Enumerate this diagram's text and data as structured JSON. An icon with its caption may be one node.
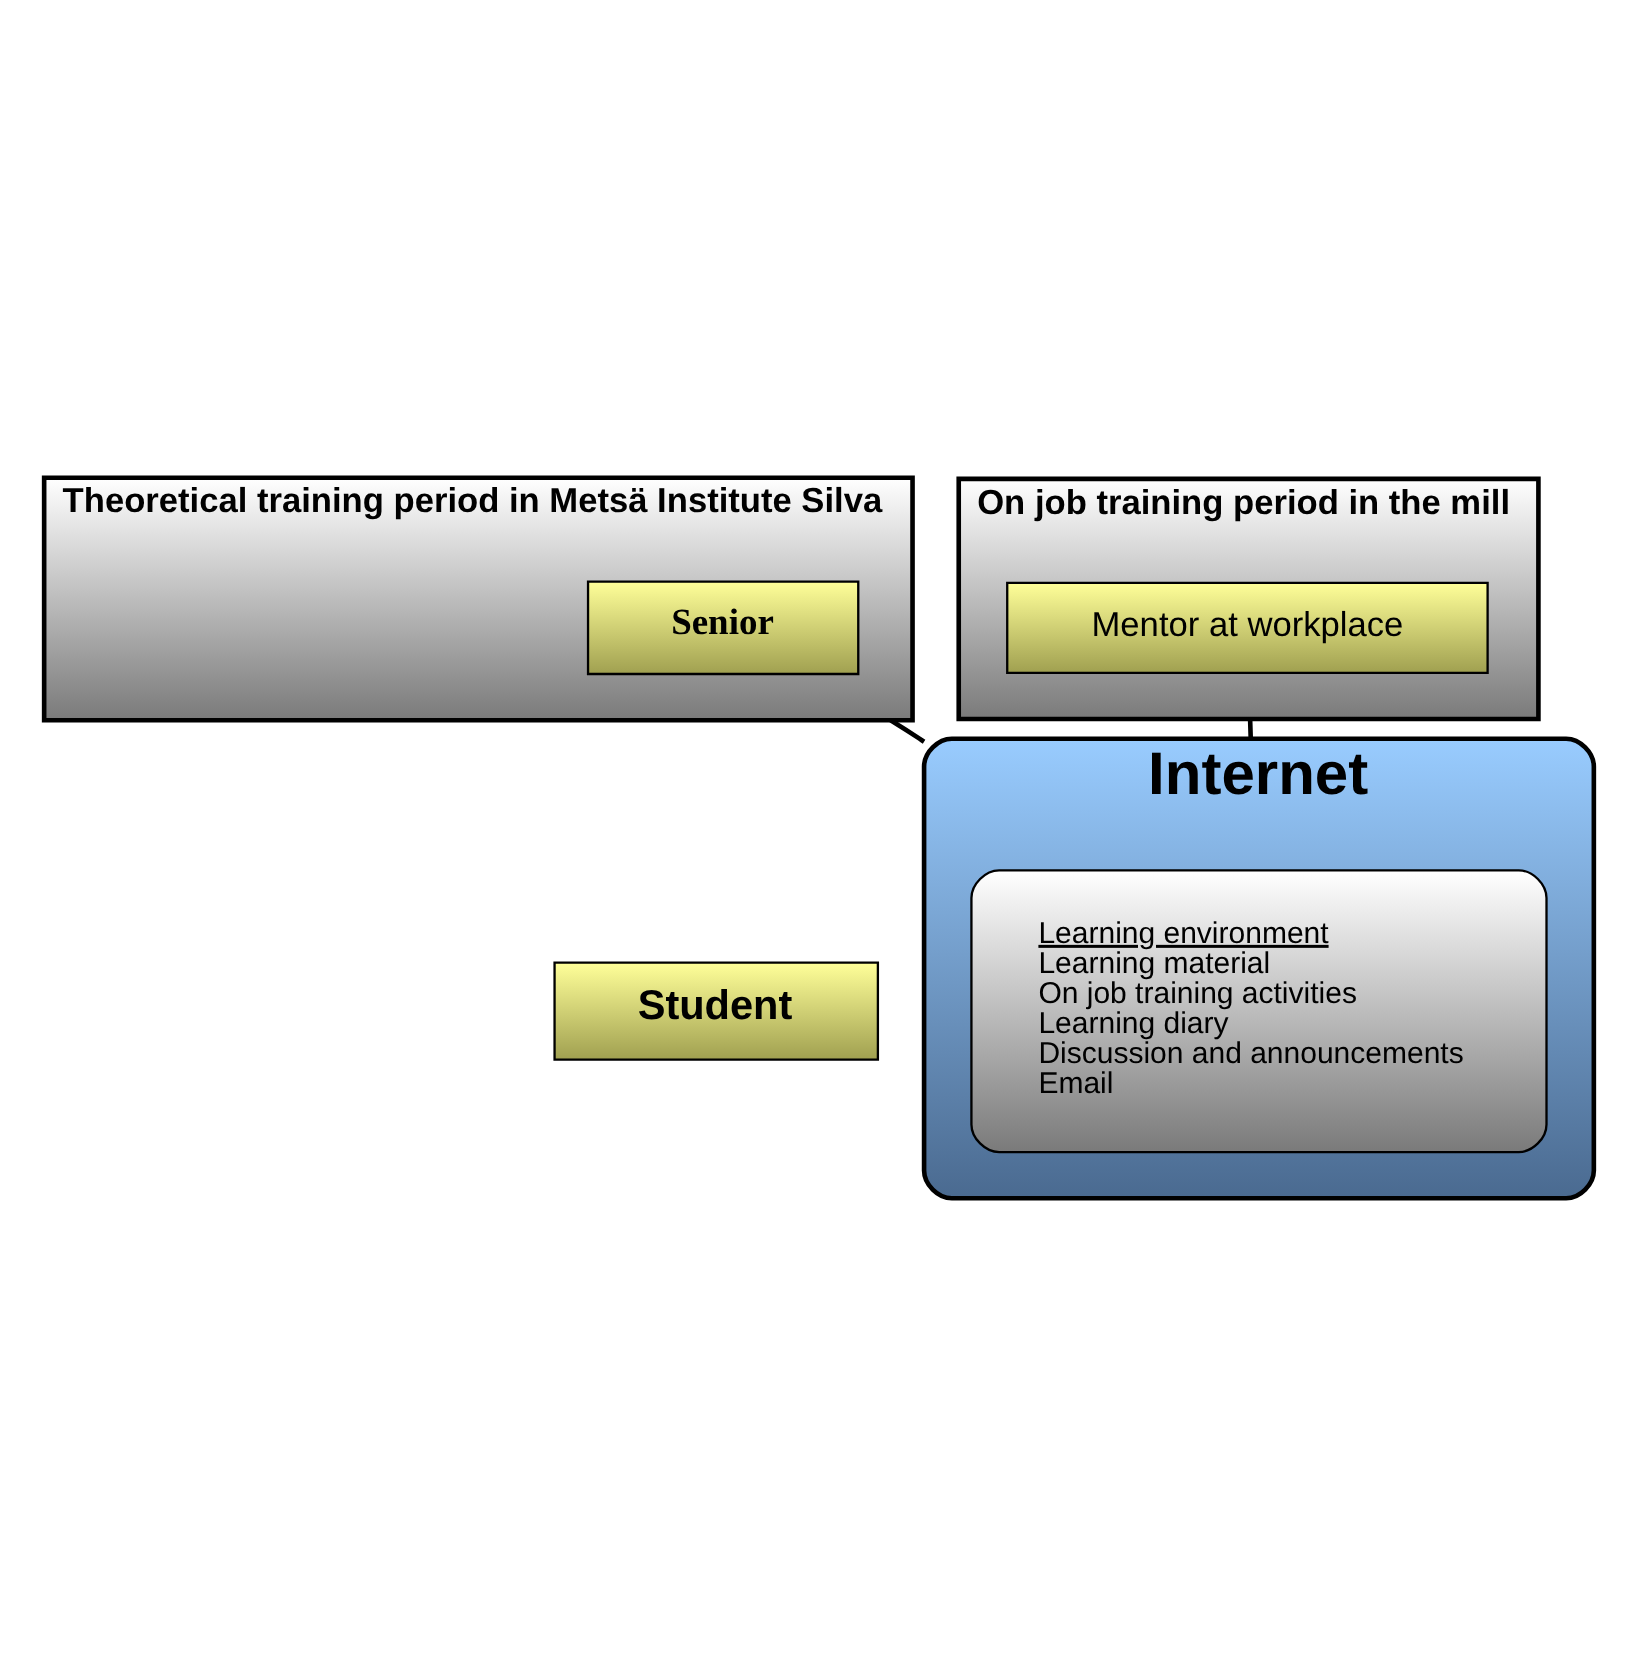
{
  "diagram": {
    "nodes": [
      {
        "text": [
          "Theoretical training period in Metsä Institute Silva"
        ]
      },
      {
        "text": [
          "Senior"
        ],
        "in": 0
      },
      {
        "text": [
          "On job training period in the mill"
        ]
      },
      {
        "text": [
          "Mentor at workplace"
        ],
        "in": 2
      },
      {
        "text": [
          "Student"
        ]
      },
      {
        "text": [
          "Internet"
        ]
      },
      {
        "text": [
          "Learning environment",
          "Learning material",
          "On job training activities",
          "Learning diary",
          "Discussion and announcements",
          "Email"
        ],
        "in": 5
      }
    ],
    "edges": [
      {
        "from": 0,
        "to": 5,
        "arrow": "none"
      },
      {
        "from": 2,
        "to": 5,
        "arrow": "none"
      }
    ]
  }
}
